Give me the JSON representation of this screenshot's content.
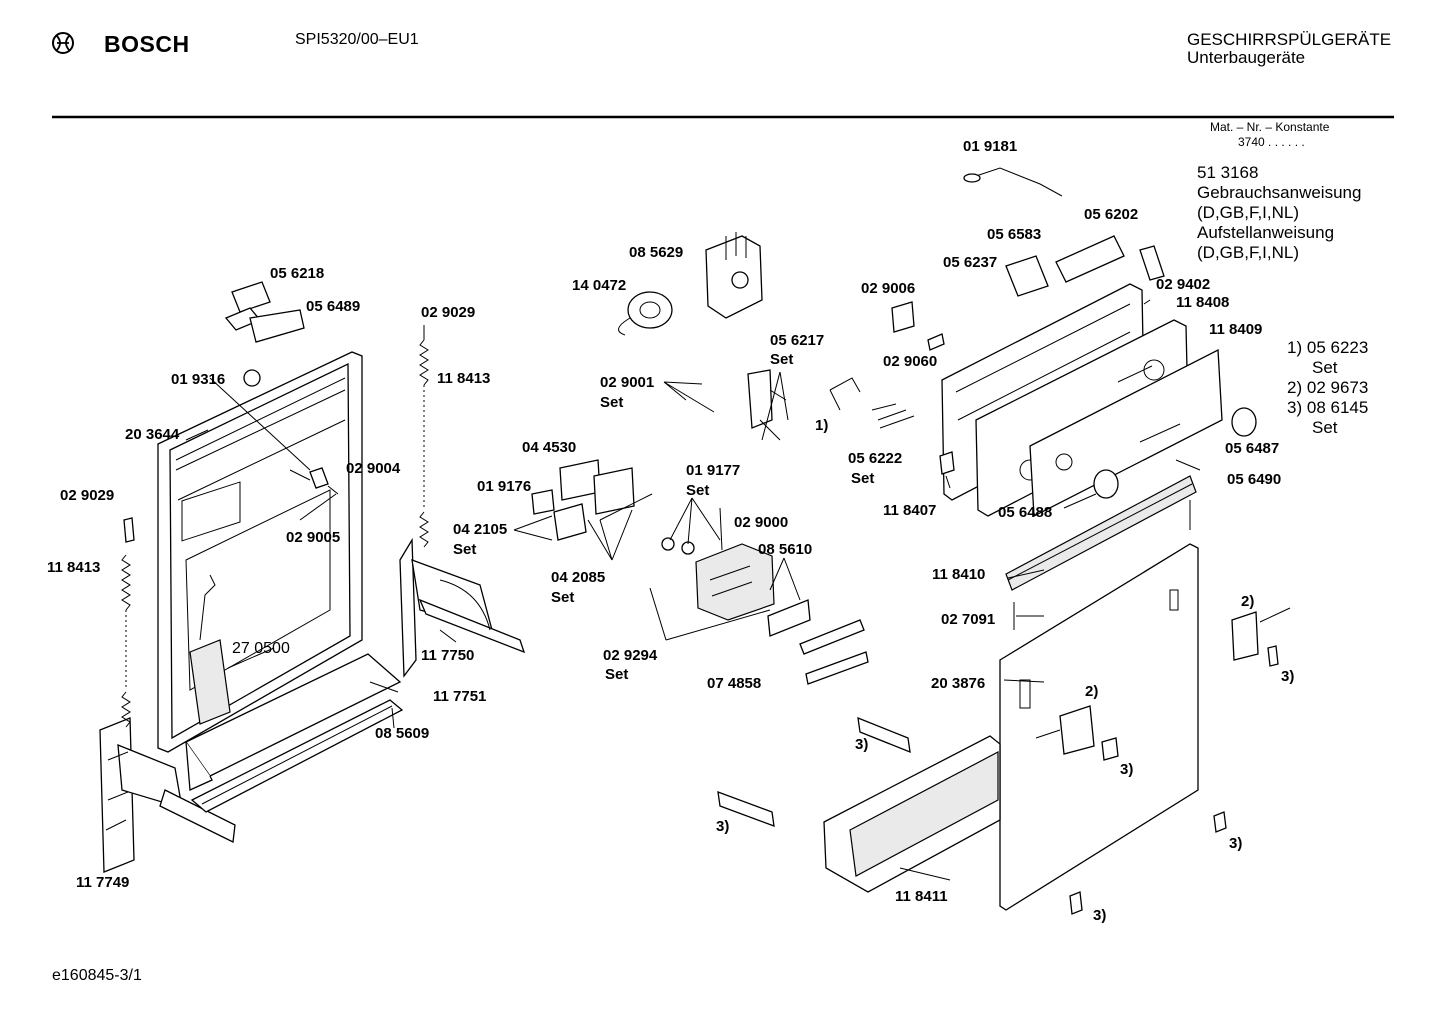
{
  "header": {
    "brand": "BOSCH",
    "model": "SPI5320/00–EU1",
    "category": "GESCHIRRSPÜLGERÄTE",
    "subcategory": "Unterbaugeräte"
  },
  "mat_nr": {
    "label": "Mat. – Nr. – Konstante",
    "value": "3740 . .  .  . . ."
  },
  "notes": {
    "doc_number": "51 3168",
    "line1": "Gebrauchsanweisung",
    "line2": "(D,GB,F,I,NL)",
    "line3": "Aufstellanweisung",
    "line4": "(D,GB,F,I,NL)"
  },
  "legend": [
    {
      "num": "1)",
      "part": "05 6223",
      "suffix": "Set"
    },
    {
      "num": "2)",
      "part": "02 9673",
      "suffix": ""
    },
    {
      "num": "3)",
      "part": "08 6145",
      "suffix": "Set"
    }
  ],
  "labels": {
    "p019181": "01 9181",
    "p056202": "05 6202",
    "p056583": "05 6583",
    "p056237": "05 6237",
    "p085629": "08 5629",
    "p140472": "14 0472",
    "p029006": "02 9006",
    "p029402": "02 9402",
    "p118408": "11 8408",
    "p118409": "11 8409",
    "p056218": "05 6218",
    "p056489": "05 6489",
    "p029029a": "02 9029",
    "p118413a": "11 8413",
    "p019316": "01 9316",
    "p203644": "20 3644",
    "p029004": "02 9004",
    "p029005": "02 9005",
    "p029029b": "02 9029",
    "p118413b": "11 8413",
    "p270500": "27 0500",
    "p117750": "11 7750",
    "p117751": "11 7751",
    "p085609": "08 5609",
    "p117749": "11 7749",
    "p056217": "05 6217",
    "p056217set": "Set",
    "p029060": "02 9060",
    "p029001": "02 9001",
    "p029001set": "Set",
    "p044530": "04 4530",
    "p019176": "01 9176",
    "p019177": "01 9177",
    "p019177set": "Set",
    "p042105": "04 2105",
    "p042105set": "Set",
    "p042085": "04 2085",
    "p042085set": "Set",
    "p029000": "02 9000",
    "p085610": "08 5610",
    "p029294": "02 9294",
    "p029294set": "Set",
    "p074858": "07 4858",
    "p056222": "05 6222",
    "p056222set": "Set",
    "p118407": "11 8407",
    "p056487": "05 6487",
    "p056490": "05 6490",
    "p056488": "05 6488",
    "p118410": "11 8410",
    "p027091": "02 7091",
    "p203876": "20 3876",
    "p118411": "11 8411",
    "ref1": "1)",
    "ref2a": "2)",
    "ref2b": "2)",
    "ref3a": "3)",
    "ref3b": "3)",
    "ref3c": "3)",
    "ref3d": "3)",
    "ref3e": "3)",
    "ref3f": "3)"
  },
  "footer": {
    "code": "e160845-3/1"
  }
}
